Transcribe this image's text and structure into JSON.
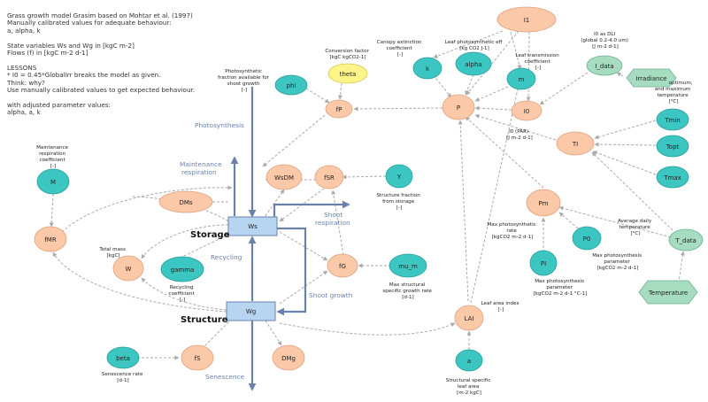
{
  "notes": [
    "Grass growth model Grasim based on Mohtar et al. (1997)",
    "Manually calibrated values for adequate behaviour:",
    "a, alpha, k",
    "",
    "State variables Ws and Wg in [kgC m-2]",
    "Flows (f) in [kgC m-2 d-1]",
    "",
    "LESSONS",
    "* I0 = 0.45*GlobalIrr breaks the model as given.",
    "Think: why?",
    "Use manually calibrated values to get expected behaviour.",
    "",
    "with adjusted parameter values:",
    "alpha, a, k"
  ],
  "colors": {
    "teal": "#3cc6c2",
    "peach": "#fbc8a8",
    "yellow": "#fdf48a",
    "green": "#a6dcc0",
    "stock": "#b7d4f0",
    "flow": "#6a82ab",
    "link": "#aaaaaa"
  },
  "nodes": {
    "I1": "I1",
    "k": "k",
    "alpha": "alpha",
    "m": "m",
    "I_data": "I_data",
    "Irradiance": "Irradiance",
    "theta": "theta",
    "phi": "phi",
    "fP": "fP",
    "P": "P",
    "I0": "I0",
    "M": "M",
    "WsDM": "WsDM",
    "fSR": "fSR",
    "Y": "Y",
    "DMs": "DMs",
    "TI": "TI",
    "Tmin": "Tmin",
    "Topt": "Topt",
    "Tmax": "Tmax",
    "Pm": "Pm",
    "P0": "P0",
    "PI": "PI",
    "T_data": "T_data",
    "Temperature": "Temperature",
    "fMR": "fMR",
    "W": "W",
    "gamma": "gamma",
    "fG": "fG",
    "mu_m": "mu_m",
    "beta": "beta",
    "fS": "fS",
    "DMg": "DMg",
    "LAI": "LAI",
    "a": "a",
    "Ws": "Ws",
    "Wg": "Wg"
  },
  "stock_labels": {
    "storage": "Storage",
    "structure": "Structure"
  },
  "flow_labels": {
    "photosynthesis": "Photosynthesis",
    "maintenance1": "Maintenance",
    "maintenance2": "respiration",
    "shoot1": "Shoot",
    "shoot2": "respiration",
    "recycling": "Recycling",
    "shoot_growth": "Shoot growth",
    "senescence": "Senescence"
  },
  "labels": {
    "theta": [
      "Conversion factor",
      "[kgC kgCO2-1]"
    ],
    "phi": [
      "Photosynthetic",
      "fraction available for",
      "shoot growth",
      "[-]"
    ],
    "k": [
      "Canopy extinction",
      "coefficient",
      "[-]"
    ],
    "alpha": [
      "Leaf photosynthetic eff",
      "[kg CO2 J-1]"
    ],
    "m": [
      "Leaf transmission",
      "coefficient",
      "[-]"
    ],
    "I_data": [
      "I0 as DLI",
      "(global 0.2-4.0 um)",
      "[J m-2 d-1]"
    ],
    "temps": [
      "optimum,",
      "and maximum",
      "temperature",
      "[°C]"
    ],
    "I0": [
      "I0 (PAR)",
      "[J m-2 d-1]"
    ],
    "M": [
      "Maintenance",
      "respiration",
      "coefficient",
      "[-]"
    ],
    "Y": [
      "Structure fraction",
      "from storage",
      "[-]"
    ],
    "Pm": [
      "Max photosynthetic",
      "rate",
      "[kgCO2 m-2 d-1]"
    ],
    "T_data": [
      "Average daily",
      "temperature",
      "[°C]"
    ],
    "P0": [
      "Max photosynthesis",
      "parameter",
      "[kgCO2 m-2 d-1]"
    ],
    "PI": [
      "Max photosynthesis",
      "parameter",
      "[kgCO2 m-2 d-1 °C-1]"
    ],
    "W": [
      "Total mass",
      "[kgC]"
    ],
    "gamma": [
      "Recycling",
      "coefficient",
      "[-]"
    ],
    "mu_m": [
      "Max structural",
      "specific growth rate",
      "[d-1]"
    ],
    "LAI": [
      "Leaf area index",
      "[-]"
    ],
    "beta": [
      "Senescence rate",
      "[d-1]"
    ],
    "a": [
      "Structural specific",
      "leaf area",
      "[m-2 kgC]"
    ]
  }
}
